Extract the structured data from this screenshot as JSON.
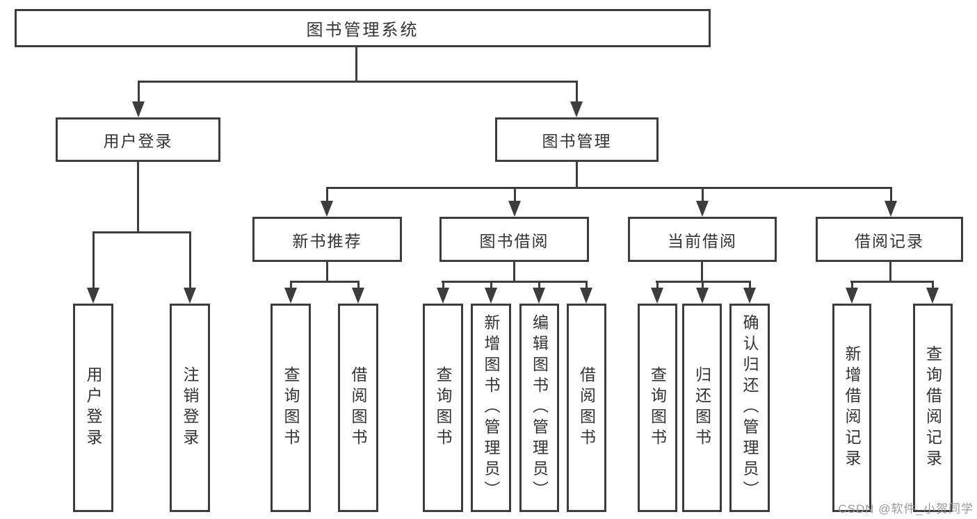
{
  "nodes": {
    "root": "图书管理系统",
    "level2": [
      "用户登录",
      "图书管理"
    ],
    "level3": [
      "新书推荐",
      "图书借阅",
      "当前借阅",
      "借阅记录"
    ],
    "leaves_user_login": [
      "用户登录",
      "注销登录"
    ],
    "leaves_new_book": [
      "查询图书",
      "借阅图书"
    ],
    "leaves_book_borrow": [
      "查询图书",
      "新增图书（管理员）",
      "编辑图书（管理员）",
      "借阅图书"
    ],
    "leaves_current_borrow": [
      "查询图书",
      "归还图书",
      "确认归还（管理员）"
    ],
    "leaves_borrow_record": [
      "新增借阅记录",
      "查询借阅记录"
    ]
  },
  "watermark": "CSDN @软件_小贺同学",
  "colors": {
    "line": "#3d3d3d",
    "text": "#333333",
    "watermark": "#9a9a9a",
    "background": "#ffffff"
  }
}
